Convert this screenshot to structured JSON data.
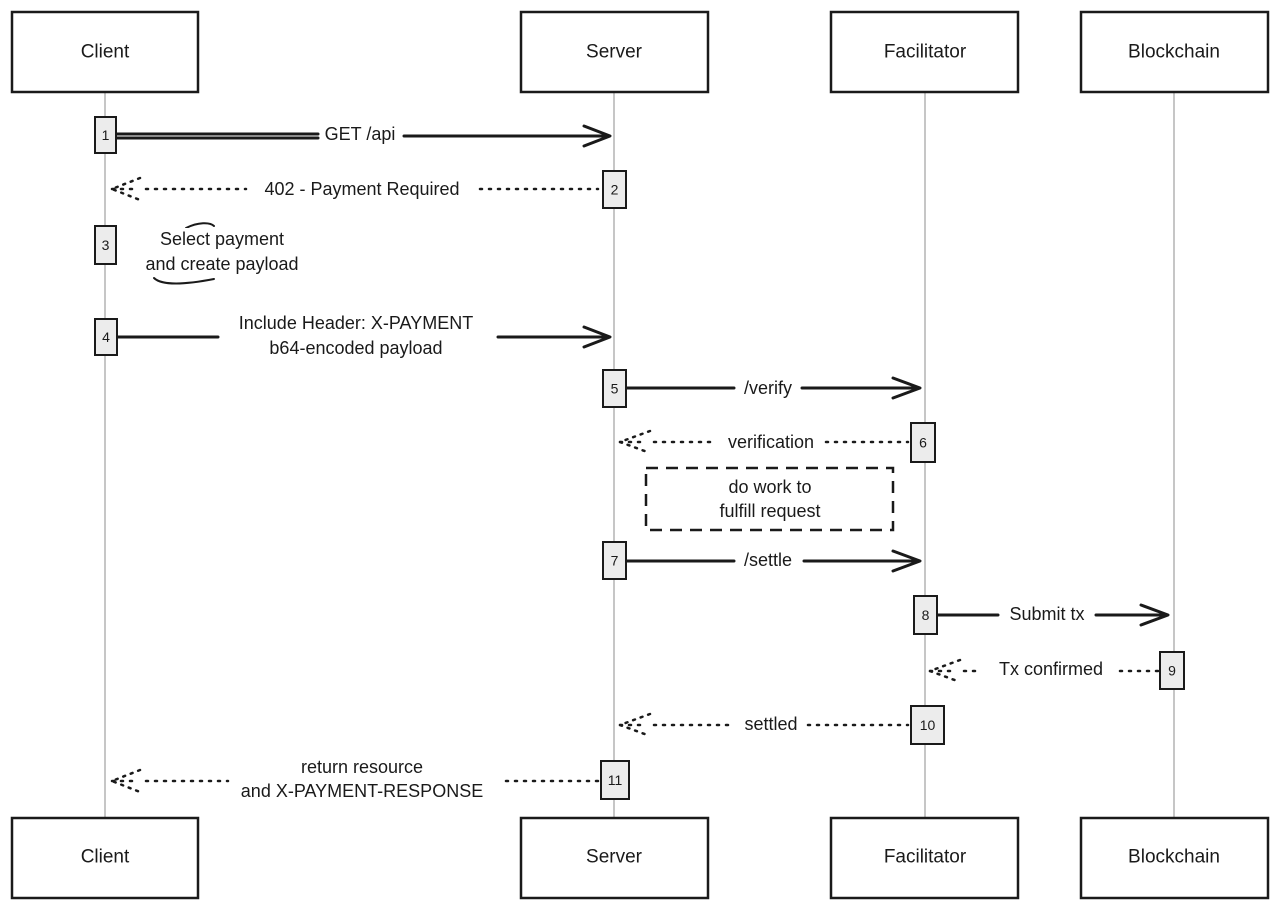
{
  "actors": [
    {
      "id": "client",
      "label": "Client"
    },
    {
      "id": "server",
      "label": "Server"
    },
    {
      "id": "facilitator",
      "label": "Facilitator"
    },
    {
      "id": "blockchain",
      "label": "Blockchain"
    }
  ],
  "steps": [
    {
      "num": "1",
      "on": "client"
    },
    {
      "num": "2",
      "on": "server"
    },
    {
      "num": "3",
      "on": "client"
    },
    {
      "num": "4",
      "on": "client"
    },
    {
      "num": "5",
      "on": "server"
    },
    {
      "num": "6",
      "on": "facilitator"
    },
    {
      "num": "7",
      "on": "server"
    },
    {
      "num": "8",
      "on": "facilitator"
    },
    {
      "num": "9",
      "on": "blockchain"
    },
    {
      "num": "10",
      "on": "facilitator"
    },
    {
      "num": "11",
      "on": "server"
    }
  ],
  "messages": [
    {
      "step": "1",
      "from": "client",
      "to": "server",
      "style": "solid",
      "label": [
        "GET /api"
      ]
    },
    {
      "step": "2",
      "from": "server",
      "to": "client",
      "style": "dotted",
      "label": [
        "402 - Payment Required"
      ]
    },
    {
      "step": "4",
      "from": "client",
      "to": "server",
      "style": "solid",
      "label": [
        "Include Header: X-PAYMENT",
        "b64-encoded payload"
      ]
    },
    {
      "step": "5",
      "from": "server",
      "to": "facilitator",
      "style": "solid",
      "label": [
        "/verify"
      ]
    },
    {
      "step": "6",
      "from": "facilitator",
      "to": "server",
      "style": "dotted",
      "label": [
        "verification"
      ]
    },
    {
      "step": "7",
      "from": "server",
      "to": "facilitator",
      "style": "solid",
      "label": [
        "/settle"
      ]
    },
    {
      "step": "8",
      "from": "facilitator",
      "to": "blockchain",
      "style": "solid",
      "label": [
        "Submit tx"
      ]
    },
    {
      "step": "9",
      "from": "blockchain",
      "to": "facilitator",
      "style": "dotted",
      "label": [
        "Tx confirmed"
      ]
    },
    {
      "step": "10",
      "from": "facilitator",
      "to": "server",
      "style": "dotted",
      "label": [
        "settled"
      ]
    },
    {
      "step": "11",
      "from": "server",
      "to": "client",
      "style": "dotted",
      "label": [
        "return resource",
        "and X-PAYMENT-RESPONSE"
      ]
    }
  ],
  "self_notes": [
    {
      "step": "3",
      "label": [
        "Select payment",
        "and create payload"
      ]
    }
  ],
  "notes": [
    {
      "label": [
        "do work to",
        "fulfill request"
      ]
    }
  ],
  "colors": {
    "ink": "#1a1a1a",
    "lifeline": "#b3b3b3",
    "activation_fill": "#ececec",
    "background": "#ffffff"
  }
}
